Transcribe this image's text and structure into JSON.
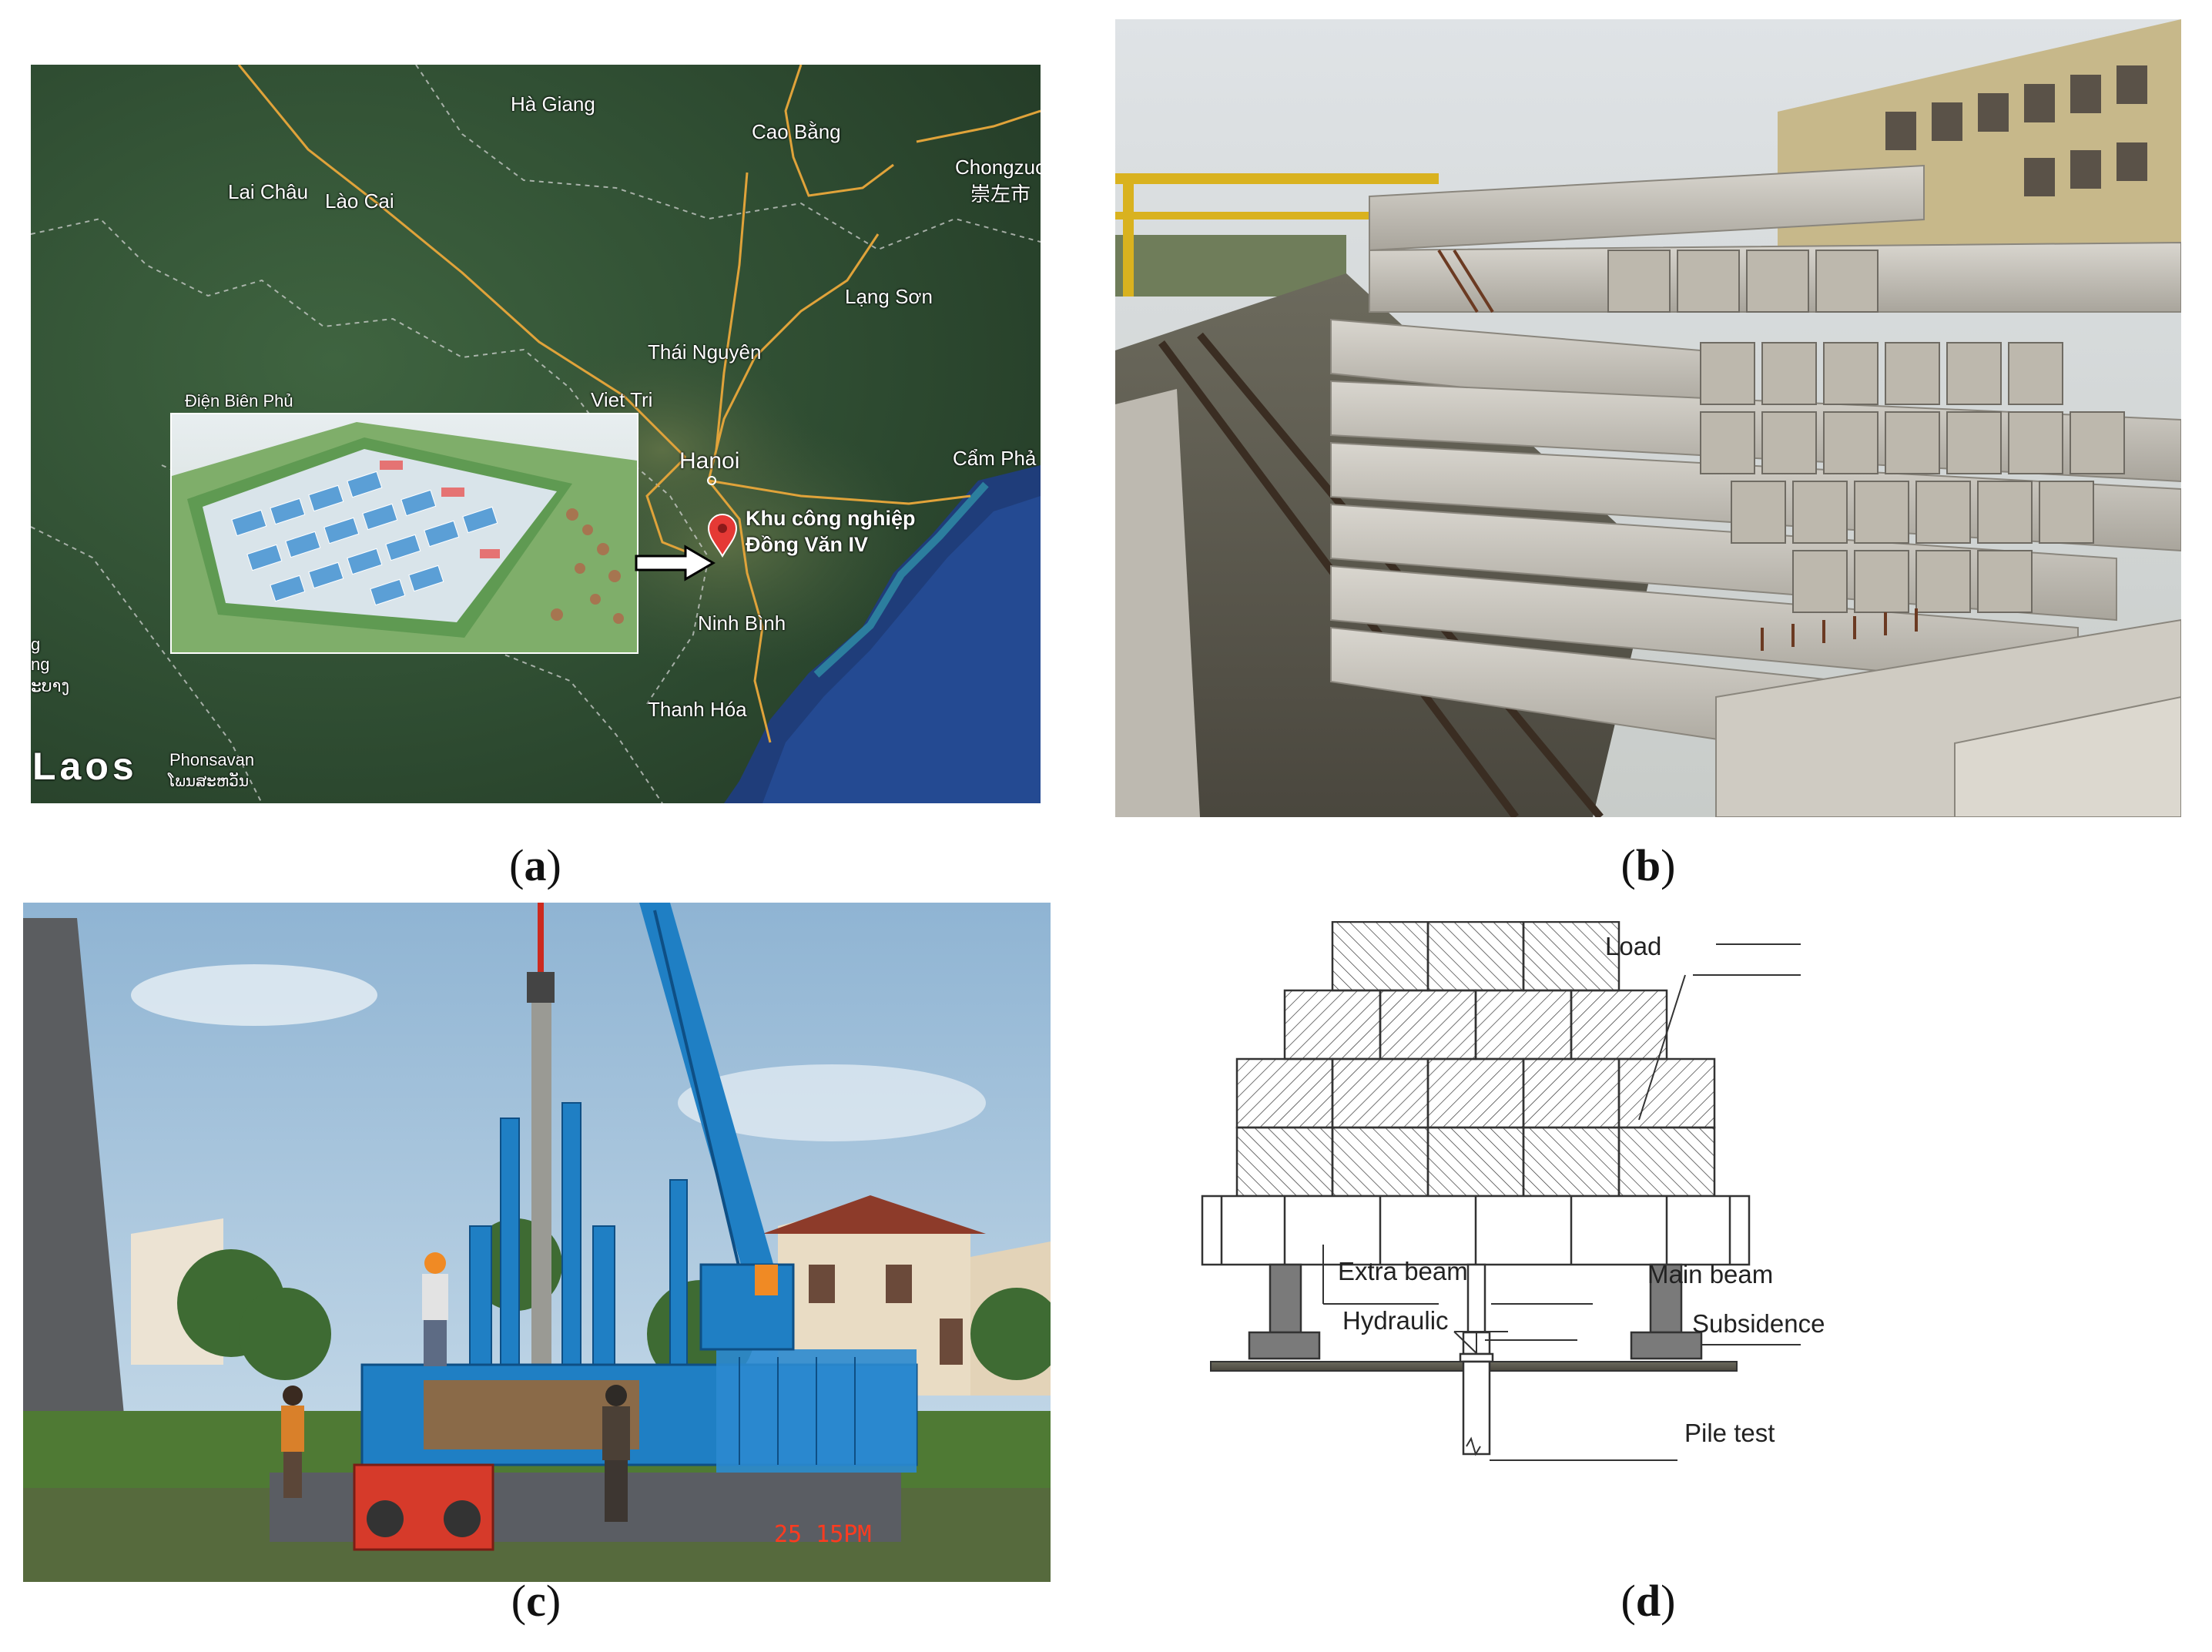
{
  "captions": {
    "a": "a",
    "b": "b",
    "c": "c",
    "d": "d"
  },
  "map": {
    "places": {
      "ha_giang": "Hà Giang",
      "cao_bang": "Cao Bằng",
      "chongzuo": "Chongzuo",
      "chongzuo_cn": "崇左市",
      "lai_chau": "Lai Châu",
      "lao_cai": "Lào Cai",
      "lang_son": "Lạng Sơn",
      "thai_nguyen": "Thái Nguyên",
      "dien_bien_phu": "Điện Biên Phủ",
      "viet_tri": "Viet Tri",
      "hanoi": "Hanoi",
      "cam_pha": "Cẩm Phả",
      "ninh_binh": "Ninh Bình",
      "thanh_hoa": "Thanh Hóa",
      "laos": "Laos",
      "phonsavan": "Phonsavan",
      "phonsavan_lo": "ໂພນສະຫວັນ",
      "edge_g1": "g",
      "edge_g2": "ng",
      "edge_lao": "ະບາງ"
    },
    "industrial_park": {
      "line1": "Khu công nghiệp",
      "line2": "Đồng Văn IV"
    },
    "colors": {
      "terrain": "#2d4a2f",
      "sea": "#1f3d7a",
      "roads": "#e0a33a",
      "marker": "#e53935"
    }
  },
  "photo_c": {
    "timestamp": "25 15PM",
    "colors": {
      "machine": "#1f7fc4",
      "sky": "#a9c7df",
      "grass": "#4f7a34"
    }
  },
  "diagram": {
    "labels": {
      "load": "Load",
      "extra_beam": "Extra beam",
      "main_beam": "Main beam",
      "hydraulic": "Hydraulic",
      "subsidence": "Subsidence",
      "pile_test": "Pile test"
    }
  }
}
